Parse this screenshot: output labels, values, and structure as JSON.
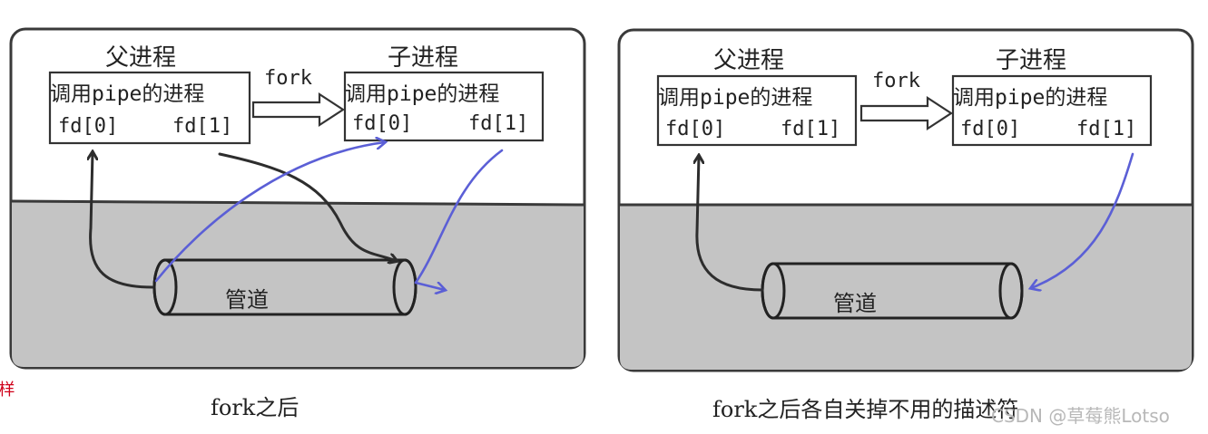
{
  "left_panel": {
    "parent_title": "父进程",
    "child_title": "子进程",
    "parent_box_text": "调用pipe的进程",
    "child_box_text": "调用pipe的进程",
    "parent_fd0": "fd[0]",
    "parent_fd1": "fd[1]",
    "child_fd0": "fd[0]",
    "child_fd1": "fd[1]",
    "fork_label": "fork",
    "pipe_label": "管道",
    "caption": "fork之后"
  },
  "right_panel": {
    "parent_title": "父进程",
    "child_title": "子进程",
    "parent_box_text": "调用pipe的进程",
    "child_box_text": "调用pipe的进程",
    "parent_fd0": "fd[0]",
    "parent_fd1": "fd[1]",
    "child_fd0": "fd[0]",
    "child_fd1": "fd[1]",
    "fork_label": "fork",
    "pipe_label": "管道",
    "caption": "fork之后各自关掉不用的描述符"
  },
  "side_note": "-样",
  "watermark": "CSDN @草莓熊Lotso",
  "colors": {
    "kernel_gray": "#c4c4c4",
    "arrow_blue": "#5b5fd6",
    "note_red": "#d0021b"
  }
}
